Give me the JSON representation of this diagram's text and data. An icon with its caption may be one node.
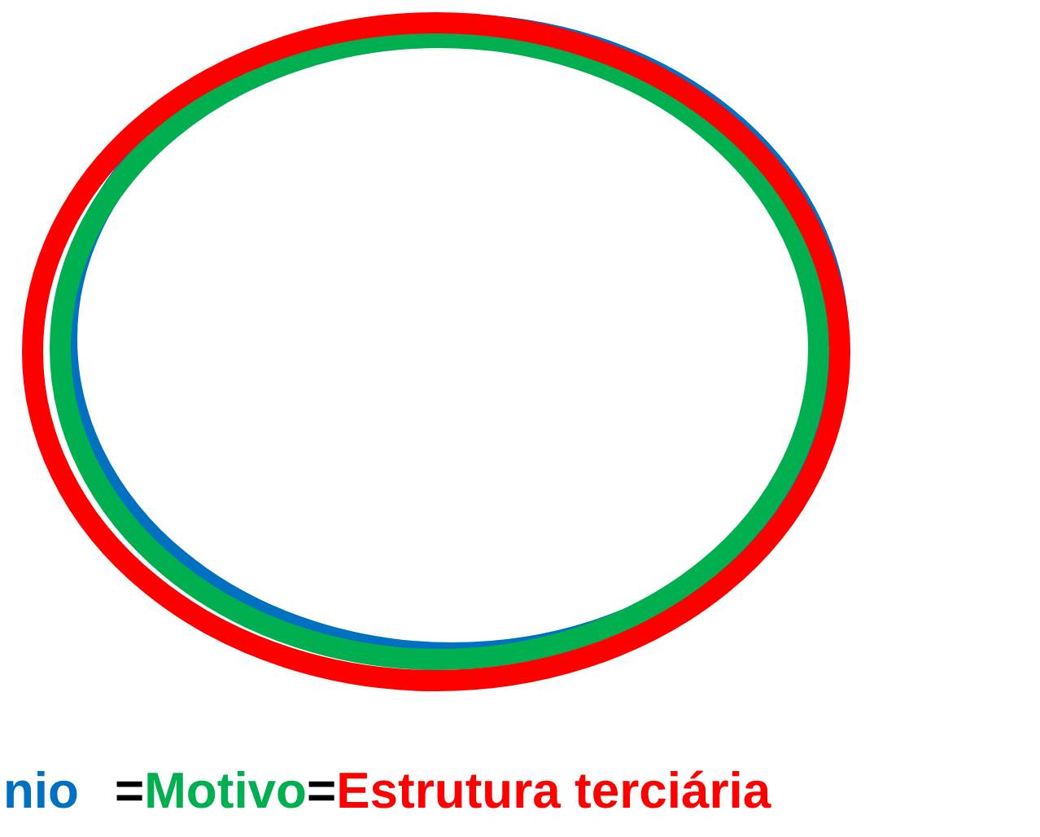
{
  "diagram": {
    "labels": [
      "=",
      "="
    ],
    "legend": [
      {
        "text": "nio",
        "color": "#0070c0"
      },
      {
        "text": "Motivo",
        "color": "#00b050"
      },
      {
        "text": "Estrutura terciária",
        "color": "#ff0000"
      }
    ]
  }
}
